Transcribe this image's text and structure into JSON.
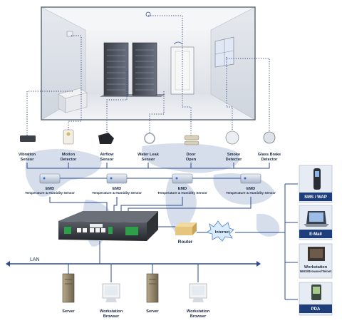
{
  "sensors": [
    {
      "id": "vibration",
      "label1": "Vibration",
      "label2": "Sensor"
    },
    {
      "id": "motion",
      "label1": "Motion",
      "label2": "Detector"
    },
    {
      "id": "airflow",
      "label1": "Airflow",
      "label2": "Sensor"
    },
    {
      "id": "water",
      "label1": "Water Leak",
      "label2": "Sensor"
    },
    {
      "id": "door",
      "label1": "Door",
      "label2": "Open"
    },
    {
      "id": "smoke",
      "label1": "Smoke",
      "label2": "Detector"
    },
    {
      "id": "glass",
      "label1": "Glass Brake",
      "label2": "Detector"
    }
  ],
  "emd_units": [
    {
      "label1": "EMD",
      "label2": "Temperature & Humidity Sensor"
    },
    {
      "label1": "EMD",
      "label2": "Temperature & Humidity Sensor"
    },
    {
      "label1": "EMD",
      "label2": "Temperature & Humidity Sensor"
    },
    {
      "label1": "EMD",
      "label2": "Temperature & Humidity Sensor"
    }
  ],
  "network": {
    "router_label": "Router",
    "internet_label": "Internet",
    "lan_label": "LAN"
  },
  "lan_devices": [
    {
      "label1": "Server",
      "label2": ""
    },
    {
      "label1": "Workstation",
      "label2": "Browser"
    },
    {
      "label1": "Server",
      "label2": ""
    },
    {
      "label1": "Workstation",
      "label2": "Browser"
    }
  ],
  "remote_clients": [
    {
      "label1": "SMS / WAP",
      "label2": ""
    },
    {
      "label1": "E-Mail",
      "label2": ""
    },
    {
      "label1": "Workstation",
      "label2": "NMS/Browser/Telnet"
    },
    {
      "label1": "PDA",
      "label2": ""
    }
  ],
  "colors": {
    "wire": "#2b4a8f",
    "room_wall": "#c9cfd8",
    "map": "#d5dcea",
    "label_bg": "#1d3e7a"
  }
}
